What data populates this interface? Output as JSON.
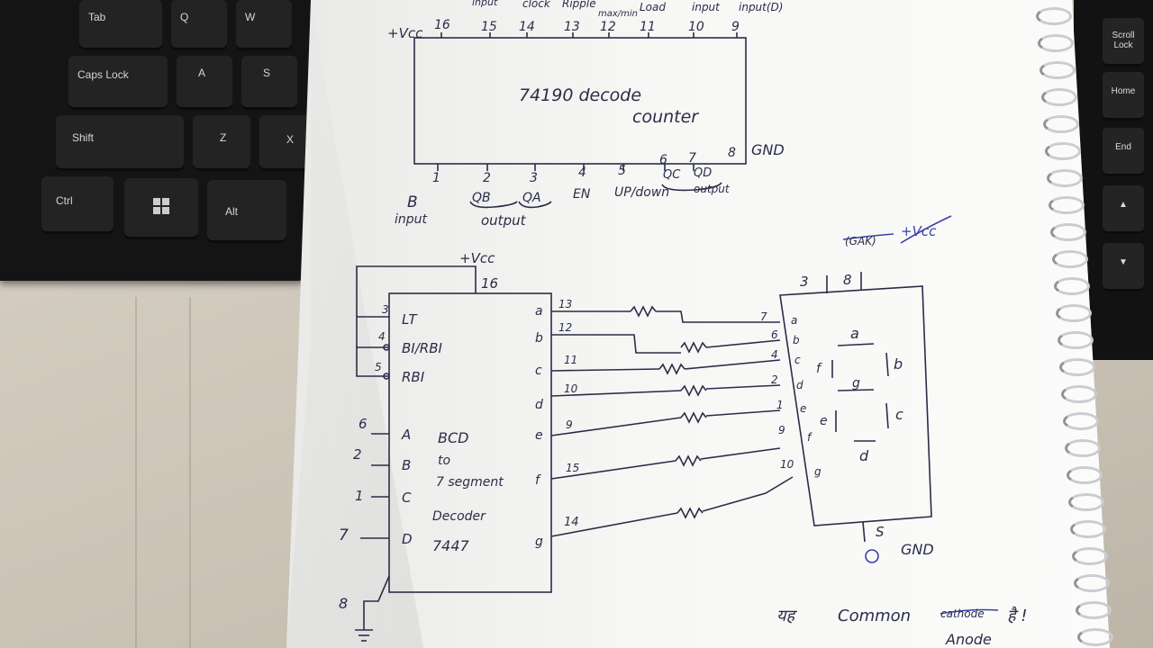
{
  "keyboard_keys": [
    "Tab",
    "Q",
    "W",
    "Caps Lock",
    "A",
    "S",
    "Shift",
    "Z",
    "X",
    "Ctrl",
    "Alt"
  ],
  "right_keys": [
    "Scroll Lock",
    "Home",
    "End"
  ],
  "chip1": {
    "label_line1": "74190 decode",
    "label_line2": "counter",
    "vcc": "+Vcc",
    "gnd": "GND",
    "top_notes": [
      "input",
      "clock",
      "Ripple",
      "max/min",
      "Load",
      "input",
      "input(D)"
    ],
    "top_pins": [
      "16",
      "15",
      "14",
      "13",
      "12",
      "11",
      "10",
      "9"
    ],
    "bottom_pins": [
      "1",
      "2",
      "3",
      "4",
      "5",
      "6",
      "7",
      "8"
    ],
    "bottom_labels": [
      "B",
      "QB",
      "QA",
      "EN",
      "UP/down",
      "QC",
      "QD"
    ],
    "input_note": "input",
    "output_note": "output",
    "output_note2": "output"
  },
  "chip2": {
    "vcc": "+Vcc",
    "pin16": "16",
    "left_pins": [
      "3",
      "4",
      "5"
    ],
    "left_labels": [
      "LT",
      "BI/RBI",
      "RBI"
    ],
    "in_pins": [
      "6",
      "2",
      "1",
      "7"
    ],
    "in_labels": [
      "A",
      "B",
      "C",
      "D"
    ],
    "body": [
      "BCD",
      "to",
      "7 segment",
      "Decoder",
      "7447"
    ],
    "out_labels": [
      "a",
      "b",
      "c",
      "d",
      "e",
      "f",
      "g"
    ],
    "out_pins": [
      "13",
      "12",
      "11",
      "10",
      "9",
      "15",
      "14"
    ],
    "gnd_pin": "8"
  },
  "display": {
    "top_pins": [
      "3",
      "8"
    ],
    "vcc": "+Vcc",
    "struck": "(GAK)",
    "in_pins": [
      "7",
      "6",
      "4",
      "2",
      "1",
      "9",
      "10"
    ],
    "in_labels": [
      "a",
      "b",
      "c",
      "d",
      "e",
      "f",
      "g"
    ],
    "seg_labels": [
      "a",
      "b",
      "c",
      "d",
      "e",
      "f",
      "g"
    ],
    "bottom_pin": "S",
    "gnd": "GND"
  },
  "footnote_hindi": "यह",
  "footnote": "Common",
  "footnote_struck": "cathode",
  "footnote_end": "है !",
  "footnote_anode": "Anode"
}
